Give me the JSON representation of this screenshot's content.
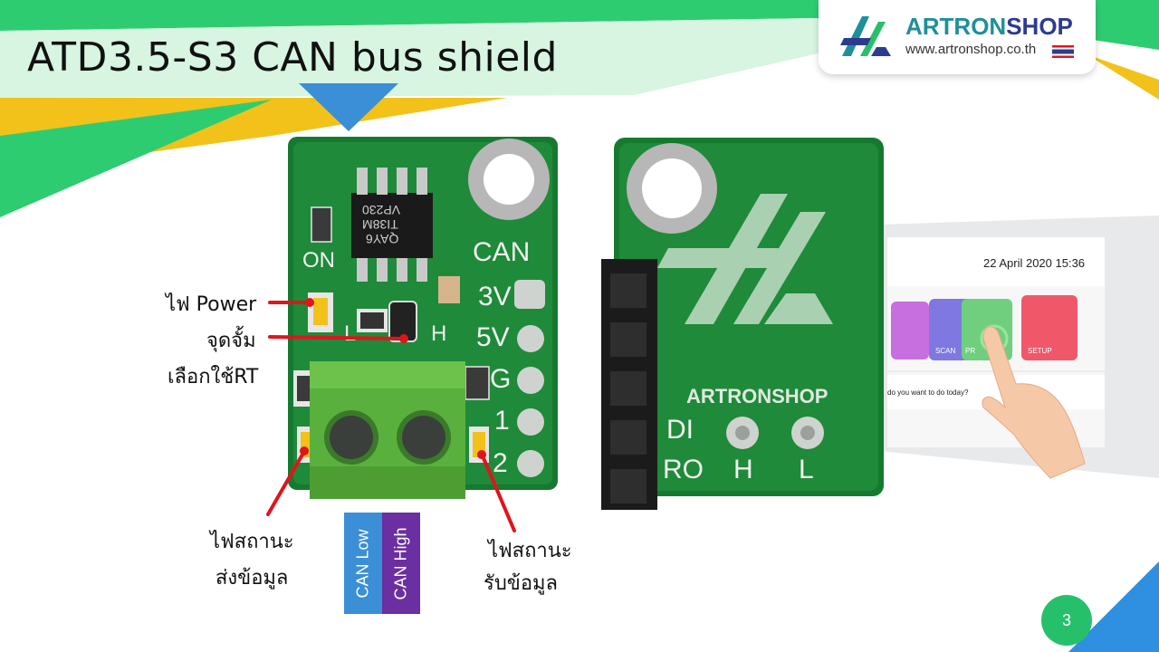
{
  "slide": {
    "title": "ATD3.5-S3 CAN bus shield",
    "page_number": "3"
  },
  "logo": {
    "brand_part1": "ARTRON",
    "brand_part2": "SHOP",
    "url": "www.artronshop.co.th"
  },
  "annotations": {
    "power_led": "ไฟ Power",
    "jumper_line1": "จุดจั้ม",
    "jumper_line2": "เลือกใช้RT",
    "tx_led_line1": "ไฟสถานะ",
    "tx_led_line2": "ส่งข้อมูล",
    "rx_led_line1": "ไฟสถานะ",
    "rx_led_line2": "รับข้อมูล",
    "can_low": "CAN Low",
    "can_high": "CAN High"
  },
  "board_front": {
    "on_label": "ON",
    "can_label": "CAN",
    "pins": [
      "3V",
      "5V",
      "G",
      "1",
      "2"
    ],
    "jumper_left": "L",
    "jumper_right": "H",
    "chip_line1": "VP230",
    "chip_line2": "TI38M",
    "chip_line3": "QAY6"
  },
  "board_back": {
    "brand": "ARTRONSHOP",
    "di": "DI",
    "ro": "RO",
    "h": "H",
    "l": "L"
  },
  "device_screen": {
    "datetime": "22 April 2020 15:36",
    "tile_scan": "SCAN",
    "tile_print": "PR",
    "tile_setup": "SETUP",
    "prompt": "do you want to do today?"
  },
  "colors": {
    "green": "#2ecc71",
    "pcb_green": "#1f8a3a",
    "terminal_green": "#5ab03c",
    "can_low_blue": "#3a8fd6",
    "can_high_purple": "#6a2fa0",
    "arrow_red": "#e0141c",
    "accent_yellow": "#f2c21a",
    "accent_blue": "#2f8fe0"
  }
}
